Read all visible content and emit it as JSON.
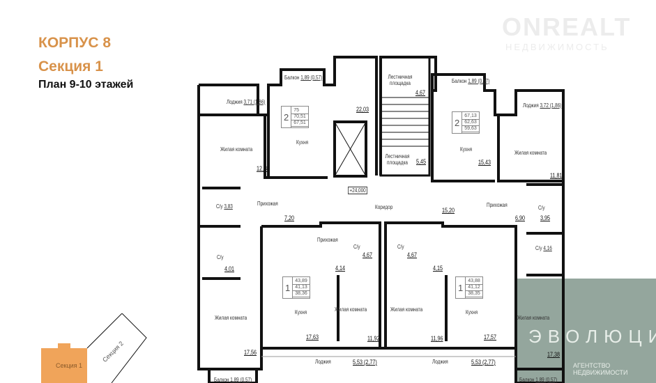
{
  "header": {
    "building": "КОРПУС 8",
    "section": "Секция 1",
    "plan": "План 9-10 этажей"
  },
  "watermarks": {
    "top_brand": "ONREALT",
    "top_sub": "НЕДВИЖИМОСТЬ",
    "agency": "ЭВОЛЮЦИЯ",
    "agency_sub": "АГЕНТСТВО НЕДВИЖИМОСТИ",
    "agency_color": "#7d9387"
  },
  "minimap": {
    "section1": "Секция 1",
    "section2": "Секция 2",
    "highlight_color": "#f0a45a"
  },
  "rooms": {
    "balcony_top_left": {
      "label": "Балкон",
      "area": "1,89 (0,57)"
    },
    "loggia_top_left": {
      "label": "Лоджия",
      "area": "3,71 (1,86)"
    },
    "living_top_left": {
      "label": "Жилая комната",
      "area": "12,88"
    },
    "kitchen_top_left": {
      "label": "Кухня",
      "area": "22,03"
    },
    "stair_top": {
      "label": "Лестничная площадка",
      "area": "4,67"
    },
    "stair_bottom": {
      "label": "Лестничная площадка",
      "area": "5,45"
    },
    "balcony_top_right": {
      "label": "Балкон",
      "area": "1,89 (0,57)"
    },
    "kitchen_top_right": {
      "label": "Кухня",
      "area": "15,43"
    },
    "loggia_top_right": {
      "label": "Лоджия",
      "area": "3,72 (1,86)"
    },
    "living_top_right": {
      "label": "Жилая комната",
      "area": "11,81"
    },
    "level_mark": "+24,000",
    "corridor": {
      "label": "Коридор",
      "area": "15,20"
    },
    "bath_left_top": {
      "label": "С/у",
      "area": "3,83"
    },
    "hall_left": {
      "label": "Прихожая",
      "area": "7,20"
    },
    "hall_right": {
      "label": "Прихожая",
      "area": "6,90"
    },
    "bath_right_top": {
      "label": "С/у",
      "area": "3,95"
    },
    "hall_mid_left": {
      "label": "Прихожая",
      "area": "4,14"
    },
    "bath_mid_left": {
      "label": "С/у",
      "area": "4,67"
    },
    "bath_mid_right": {
      "label": "С/у",
      "area": "4,67"
    },
    "hall_mid_right_area": "4,15",
    "bath_right_bottom": {
      "label": "С/у",
      "area": "4,16"
    },
    "bath_left_bottom": {
      "label": "С/у",
      "area": "4,01"
    },
    "kitchen_bottom_left": {
      "label": "Кухня",
      "area": "17,63"
    },
    "living_bottom_midleft": {
      "label": "Жилая комната",
      "area": "11,92"
    },
    "living_bottom_midright": {
      "label": "Жилая комната",
      "area": "11,96"
    },
    "kitchen_bottom_right": {
      "label": "Кухня",
      "area": "17,57"
    },
    "living_bottom_left": {
      "label": "Жилая комната",
      "area": "17,56"
    },
    "living_bottom_right": {
      "label": "Жилая комната",
      "area": "17,38"
    },
    "loggia_bottom_left": {
      "label": "Лоджия",
      "area": "5,53 (2,77)"
    },
    "loggia_bottom_right": {
      "label": "Лоджия",
      "area": "5,53 (2,77)"
    },
    "balcony_bottom_left": {
      "label": "Балкон",
      "area": "1,89 (0,57)"
    },
    "balcony_bottom_right": {
      "label": "Балкон",
      "area": "1,89 (0,57)"
    }
  },
  "apartments": [
    {
      "rooms": "2",
      "values": [
        "75",
        "70,51",
        "67,51"
      ]
    },
    {
      "rooms": "2",
      "values": [
        "67,13",
        "62,63",
        "59,63"
      ]
    },
    {
      "rooms": "1",
      "values": [
        "43,89",
        "41,13",
        "38,36"
      ]
    },
    {
      "rooms": "1",
      "values": [
        "43,88",
        "41,12",
        "38,35"
      ]
    }
  ]
}
